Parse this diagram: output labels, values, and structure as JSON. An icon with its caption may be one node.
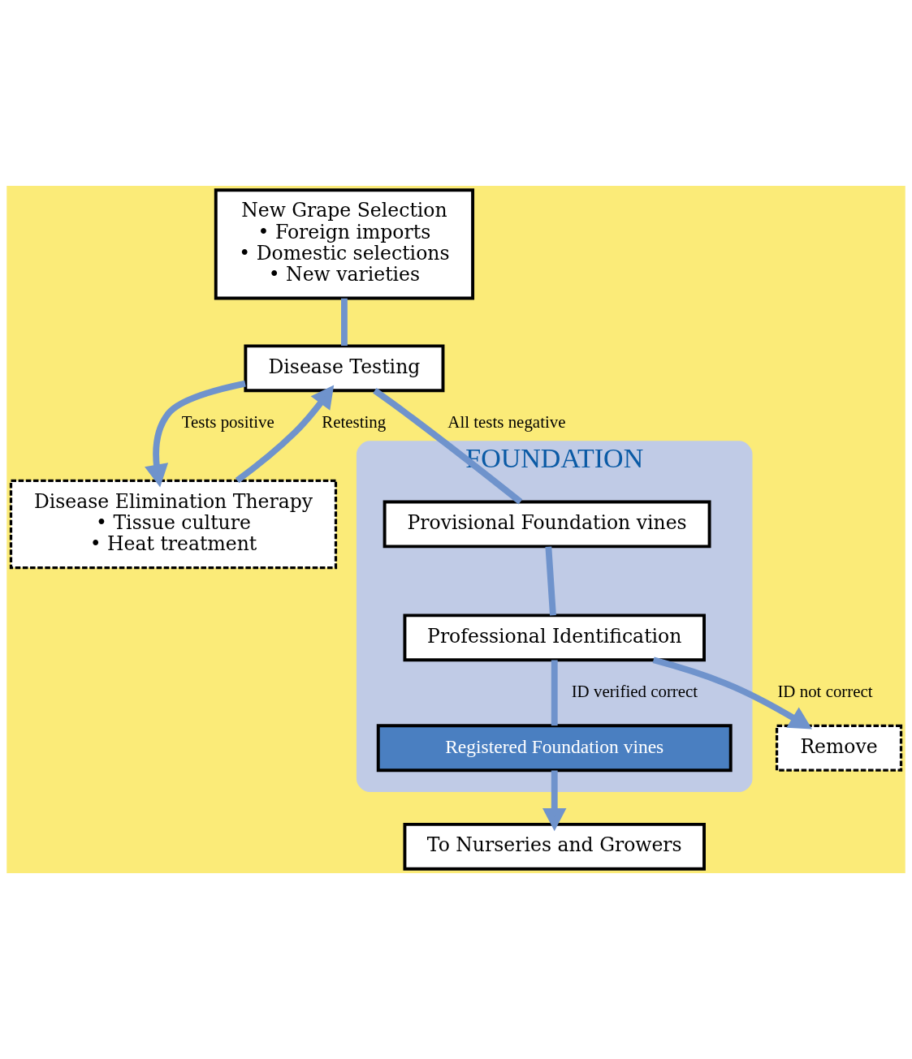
{
  "diagram": {
    "nodes": [
      {
        "text": [
          "New Grape Selection",
          "• Foreign imports",
          "• Domestic selections",
          "• New varieties"
        ]
      },
      {
        "text": [
          "Disease Testing"
        ]
      },
      {
        "text": [
          "Disease Elimination Therapy",
          "• Tissue culture",
          "• Heat treatment"
        ]
      },
      {
        "text": [
          "FOUNDATION"
        ]
      },
      {
        "text": [
          "Provisional Foundation vines"
        ],
        "in": 3
      },
      {
        "text": [
          "Professional Identification"
        ],
        "in": 3
      },
      {
        "text": [
          "Registered Foundation vines"
        ],
        "in": 3
      },
      {
        "text": [
          "Remove"
        ]
      },
      {
        "text": [
          "To Nurseries and Growers"
        ]
      }
    ],
    "edges": [
      {
        "from": 0,
        "to": 1,
        "arrow": "none"
      },
      {
        "from": 1,
        "to": 2,
        "label": "Tests positive",
        "arrow": "to"
      },
      {
        "from": 2,
        "to": 1,
        "label": "Retesting",
        "arrow": "to"
      },
      {
        "from": 1,
        "to": 4,
        "label": "All tests negative",
        "arrow": "none"
      },
      {
        "from": 4,
        "to": 5,
        "arrow": "none"
      },
      {
        "from": 5,
        "to": 7,
        "label": "ID not correct",
        "arrow": "to"
      },
      {
        "from": 5,
        "to": 6,
        "label": "ID verified correct",
        "arrow": "none"
      },
      {
        "from": 6,
        "to": 8,
        "arrow": "to"
      }
    ]
  }
}
